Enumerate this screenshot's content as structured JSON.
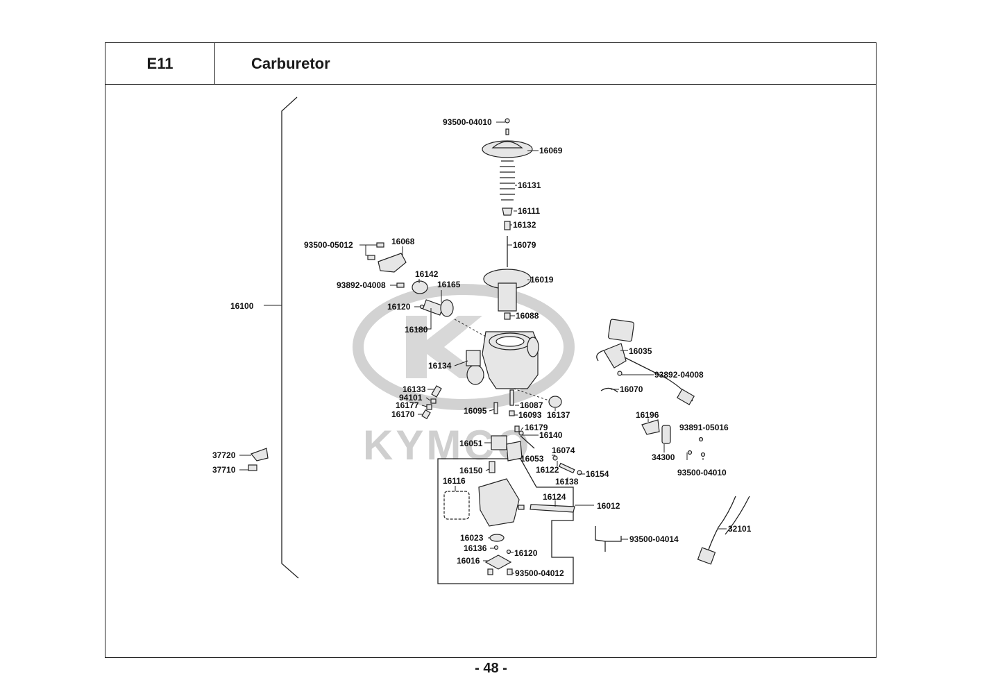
{
  "header": {
    "code": "E11",
    "title": "Carburetor"
  },
  "page_number": "- 48 -",
  "watermark": {
    "brand": "KYMCO"
  },
  "labels": {
    "l93500_04010a": "93500-04010",
    "l16069": "16069",
    "l16131": "16131",
    "l16111": "16111",
    "l16132": "16132",
    "l16079": "16079",
    "l93500_05012": "93500-05012",
    "l16068": "16068",
    "l16142": "16142",
    "l16165": "16165",
    "l93892_04008a": "93892-04008",
    "l16019": "16019",
    "l16120a": "16120",
    "l16100": "16100",
    "l16180": "16180",
    "l16088": "16088",
    "l16035": "16035",
    "l16134": "16134",
    "l93892_04008b": "93892-04008",
    "l16133": "16133",
    "l16070": "16070",
    "l94101": "94101",
    "l16177": "16177",
    "l16087": "16087",
    "l16170": "16170",
    "l16095": "16095",
    "l16093": "16093",
    "l16137": "16137",
    "l16196": "16196",
    "l93891_05016": "93891-05016",
    "l16179": "16179",
    "l16140": "16140",
    "l16051": "16051",
    "l37720": "37720",
    "l16074": "16074",
    "l34300": "34300",
    "l16053": "16053",
    "l37710": "37710",
    "l16150": "16150",
    "l16122": "16122",
    "l16154": "16154",
    "l93500_04010b": "93500-04010",
    "l16116": "16116",
    "l16138": "16138",
    "l16124": "16124",
    "l16012": "16012",
    "l32101": "32101",
    "l16023": "16023",
    "l93500_04014": "93500-04014",
    "l16136": "16136",
    "l16120b": "16120",
    "l16016": "16016",
    "l93500_04012": "93500-04012"
  }
}
